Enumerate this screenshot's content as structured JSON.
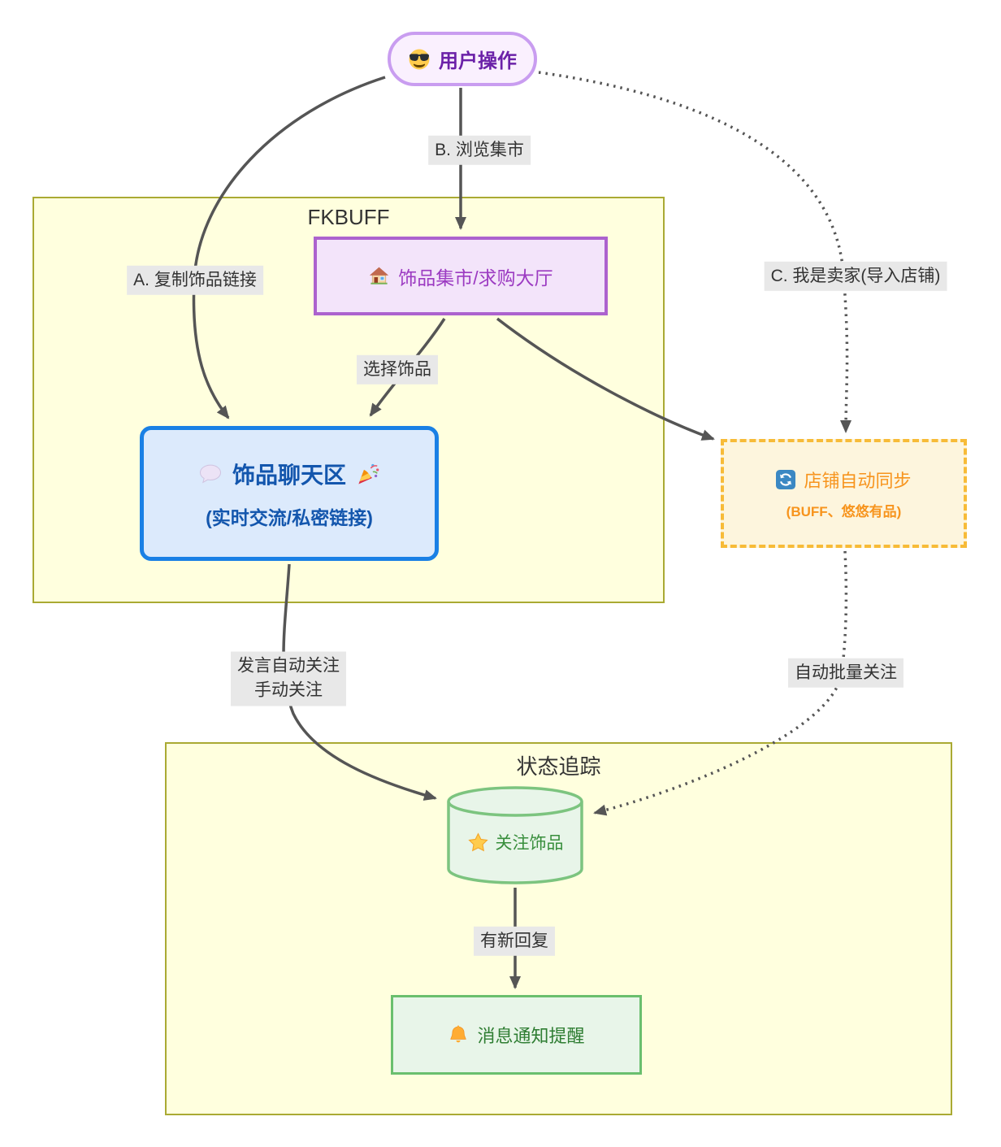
{
  "subgraphs": {
    "fkbuff": {
      "title": "FKBUFF"
    },
    "tracking": {
      "title": "状态追踪"
    }
  },
  "nodes": {
    "user": {
      "label": "用户操作",
      "icon": "sunglasses-emoji"
    },
    "market": {
      "label": "饰品集市/求购大厅",
      "icon": "house-emoji"
    },
    "chat": {
      "line1": "饰品聊天区",
      "line2": "(实时交流/私密链接)",
      "icon_left": "speech-balloon-emoji",
      "icon_right": "party-popper-emoji"
    },
    "sync": {
      "line1": "店铺自动同步",
      "line2": "(BUFF、悠悠有品)",
      "icon": "sync-emoji"
    },
    "follow_db": {
      "label": "关注饰品",
      "icon": "star-emoji"
    },
    "notify": {
      "label": "消息通知提醒",
      "icon": "bell-emoji"
    }
  },
  "edge_labels": {
    "a": "A. 复制饰品链接",
    "b": "B. 浏览集市",
    "c": "C. 我是卖家(导入店铺)",
    "select": "选择饰品",
    "follow_line1": "发言自动关注",
    "follow_line2": "手动关注",
    "batch": "自动批量关注",
    "reply": "有新回复"
  },
  "colors": {
    "edge": "#555555",
    "label_bg": "#e8e8e8",
    "label_text": "#333333",
    "subgraph_fill": "#ffffde",
    "subgraph_border": "#aaaa33",
    "user_fill": "#faf0fe",
    "user_border": "#c99df0",
    "user_text": "#6b21a8",
    "market_fill": "#f3e4fa",
    "market_border": "#ac62ce",
    "market_text": "#9c3bc2",
    "chat_fill": "#dceafc",
    "chat_border": "#1a80e5",
    "chat_text": "#1356ad",
    "sync_fill": "#fdf5dd",
    "sync_border": "#f7bb38",
    "sync_text": "#f7941d",
    "db_fill": "#e8f5e9",
    "db_border": "#7cc47f",
    "db_text": "#388e3c",
    "notify_fill": "#e8f5e9",
    "notify_border": "#6abf6e",
    "notify_text": "#2e7d32"
  }
}
